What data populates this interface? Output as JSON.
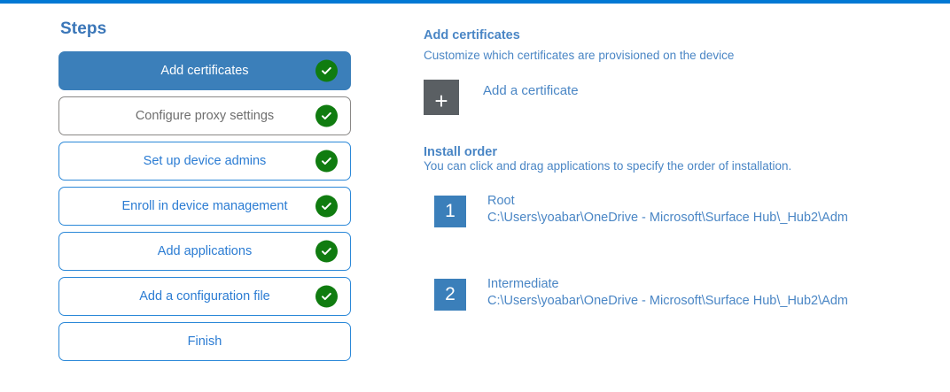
{
  "accent_color": "#0078d4",
  "colors": {
    "blue": "#3b7fba",
    "link_blue": "#4a86c5",
    "green_check": "#107c10",
    "tile_gray": "#5a5f63",
    "muted_gray": "#6e6e6e"
  },
  "steps_pane": {
    "title": "Steps",
    "items": [
      {
        "label": "Add certificates",
        "state": "active",
        "completed": true
      },
      {
        "label": "Configure proxy settings",
        "state": "muted",
        "completed": true
      },
      {
        "label": "Set up device admins",
        "state": "normal",
        "completed": true
      },
      {
        "label": "Enroll in device management",
        "state": "normal",
        "completed": true
      },
      {
        "label": "Add applications",
        "state": "normal",
        "completed": true
      },
      {
        "label": "Add a configuration file",
        "state": "normal",
        "completed": true
      },
      {
        "label": "Finish",
        "state": "normal",
        "completed": false
      }
    ]
  },
  "detail": {
    "title": "Add certificates",
    "subtitle": "Customize which certificates are provisioned on the device",
    "add_certificate": {
      "icon": "plus-icon",
      "glyph": "+",
      "label": "Add a certificate"
    },
    "install_order": {
      "title": "Install order",
      "subtitle": "You can click and drag applications to specify the order of installation.",
      "items": [
        {
          "index": "1",
          "name": "Root",
          "path": "C:\\Users\\yoabar\\OneDrive - Microsoft\\Surface Hub\\_Hub2\\Adm"
        },
        {
          "index": "2",
          "name": "Intermediate",
          "path": "C:\\Users\\yoabar\\OneDrive - Microsoft\\Surface Hub\\_Hub2\\Adm"
        }
      ]
    }
  }
}
